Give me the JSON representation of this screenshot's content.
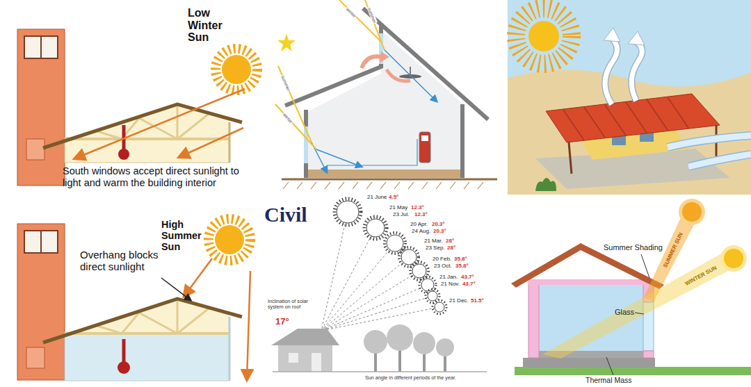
{
  "diagram": {
    "labels": [
      "Low Winter Sun",
      "South windows accept direct sunlight to light and warm the building interior",
      "summer",
      "winter",
      "summer",
      "winter",
      "Civil",
      "High Summer Sun",
      "Overhang blocks direct sunlight",
      "21 June",
      "4.5°",
      "21 May",
      "12.3°",
      "23 Jul.",
      "12.3°",
      "20 Apr.",
      "20.3°",
      "24 Aug.",
      "20.3°",
      "21 Mar.",
      "28°",
      "23 Sep.",
      "28°",
      "20 Feb.",
      "35.8°",
      "23 Oct.",
      "35.8°",
      "21 Jan.",
      "43.7°",
      "21 Nov.",
      "43.7°",
      "21 Dec.",
      "51.5°",
      "Inclination of solar system on roof",
      "17°",
      "Sun angle in different periods of the year.",
      "Summer Shading",
      "Glass",
      "Thermal Mass",
      "SUMMER SUN",
      "WINTER SUN"
    ]
  }
}
